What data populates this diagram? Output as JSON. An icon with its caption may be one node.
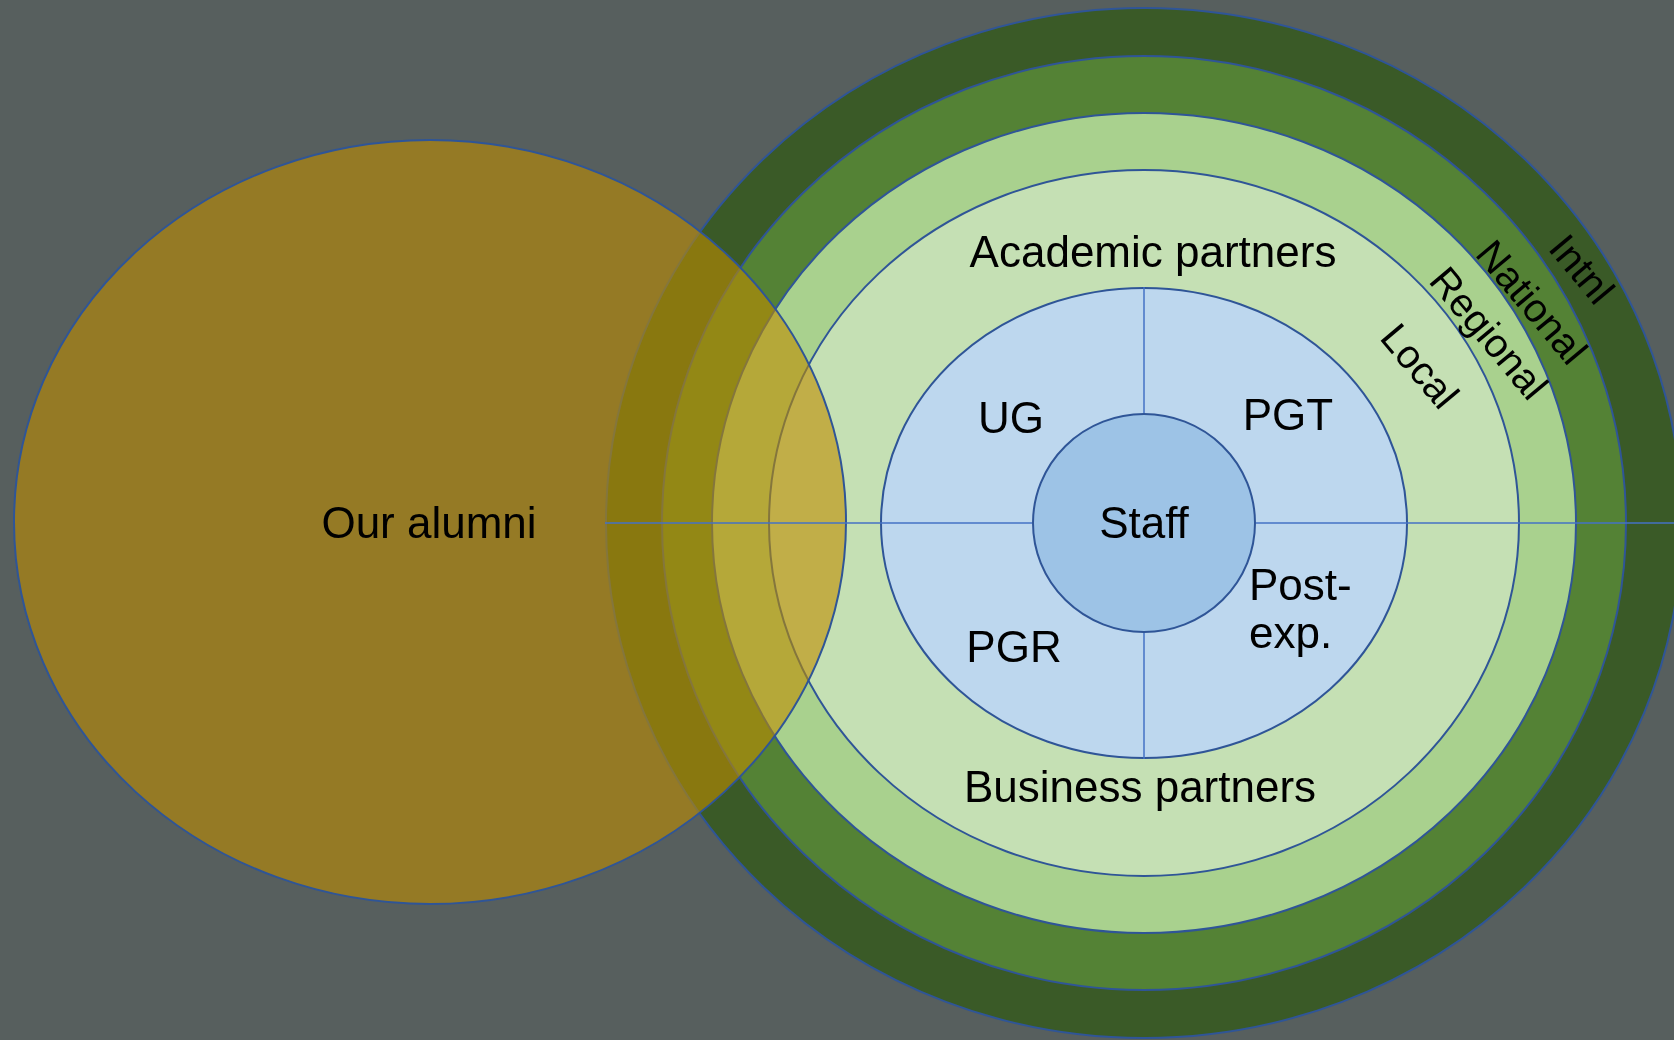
{
  "diagram": {
    "nodes": [
      {
        "text": [
          "Intnl"
        ]
      },
      {
        "text": [
          "National"
        ],
        "in": 0
      },
      {
        "text": [
          "Regional"
        ],
        "in": 1
      },
      {
        "text": [
          "Local",
          "Academic partners",
          "Business partners"
        ],
        "in": 2
      },
      {
        "text": [
          "UG",
          "PGT",
          "PGR",
          "Post-exp."
        ],
        "in": 3
      },
      {
        "text": [
          "Staff"
        ],
        "in": 4
      },
      {
        "text": [
          "Our alumni"
        ]
      }
    ],
    "edges": []
  }
}
